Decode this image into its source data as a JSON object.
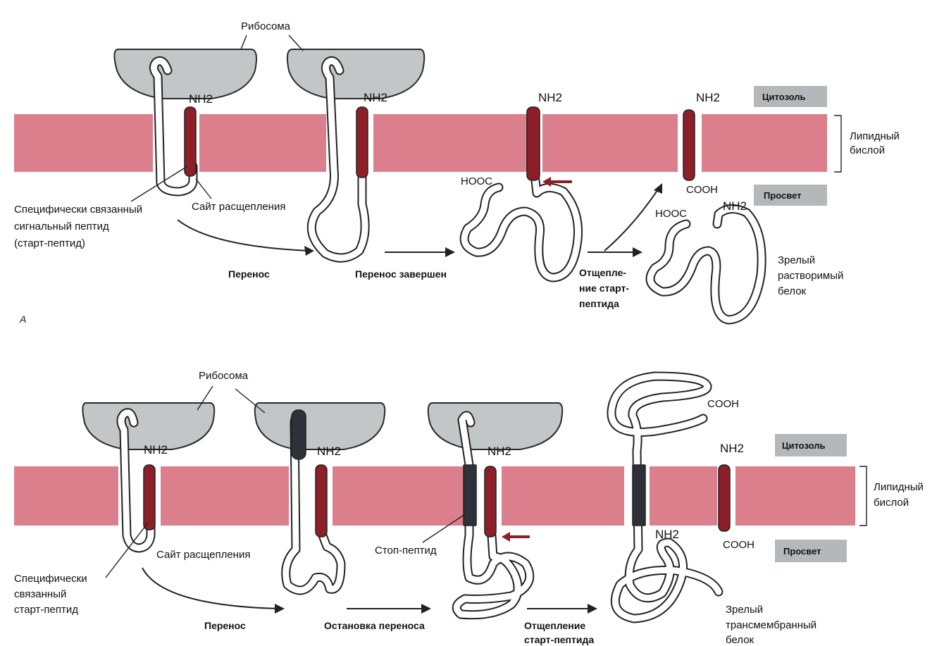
{
  "colors": {
    "membrane": "#dc7f8d",
    "ribosome": "#c3c6c6",
    "peptide": "#8c1f28",
    "stop_peptide": "#2e3137",
    "tag_box": "#b5b8ba"
  },
  "panel_a": {
    "letter": "A",
    "ribosome_label": "Рибосома",
    "cytosol_tag": "Цитозоль",
    "lumen_tag": "Просвет",
    "bilayer_label_line1": "Липидный",
    "bilayer_label_line2": "бислой",
    "nh2_1": "NH2",
    "nh2_2": "NH2",
    "nh2_3": "NH2",
    "nh2_4": "NH2",
    "nh2_5": "NH2",
    "hooc_1": "HOOC",
    "hooc_2": "HOOC",
    "cooh_1": "COOH",
    "signal_line1": "Специфически связанный",
    "signal_line2": "сигнальный пептид",
    "signal_line3": "(старт-пептид)",
    "cleavage_site": "Сайт расщепления",
    "step_transfer": "Перенос",
    "step_complete": "Перенос завершен",
    "step_cleave_line1": "Отщепле-",
    "step_cleave_line2": "ние старт-",
    "step_cleave_line3": "пептида",
    "result_line1": "Зрелый",
    "result_line2": "растворимый",
    "result_line3": "белок"
  },
  "panel_b": {
    "ribosome_label": "Рибосома",
    "cytosol_tag": "Цитозоль",
    "lumen_tag": "Просвет",
    "bilayer_label_line1": "Липидный",
    "bilayer_label_line2": "бислой",
    "nh2_1": "NH2",
    "nh2_2": "NH2",
    "nh2_3": "NH2",
    "nh2_4": "NH2",
    "nh2_5": "NH2",
    "cooh_1": "COOH",
    "cooh_2": "COOH",
    "signal_line1": "Специфически",
    "signal_line2": "связанный",
    "signal_line3": "старт-пептид",
    "cleavage_site": "Сайт расщепления",
    "stop_peptide": "Стоп-пептид",
    "step_transfer": "Перенос",
    "step_stop": "Остановка переноса",
    "step_cleave_line1": "Отщепление",
    "step_cleave_line2": "старт-пептида",
    "result_line1": "Зрелый",
    "result_line2": "трансмембранный",
    "result_line3": "белок"
  }
}
